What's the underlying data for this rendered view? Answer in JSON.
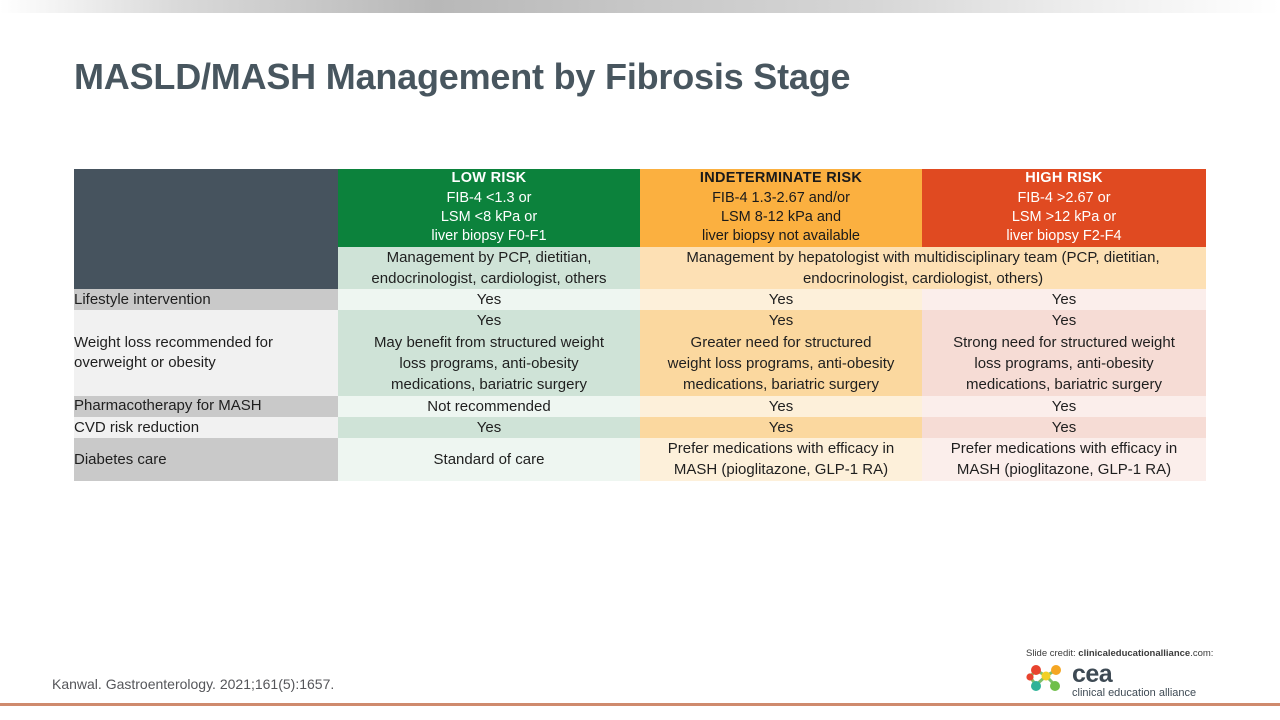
{
  "slide": {
    "title": "MASLD/MASH Management by Fibrosis Stage",
    "citation": "Kanwal. Gastroenterology. 2021;161(5):1657."
  },
  "colors": {
    "title_text": "#48565F",
    "corner_header": "#46535E",
    "low_risk": "#0C823C",
    "indeterminate_risk": "#FBB040",
    "high_risk": "#E04A21",
    "bottom_rule": "#CF8A6D"
  },
  "table": {
    "columns": [
      {
        "key": "low",
        "risk_name": "LOW RISK",
        "criteria": [
          "FIB-4 <1.3 or",
          "LSM <8 kPa or",
          "liver biopsy F0-F1"
        ]
      },
      {
        "key": "indeterminate",
        "risk_name": "INDETERMINATE RISK",
        "criteria": [
          "FIB-4 1.3-2.67 and/or",
          "LSM 8-12 kPa and",
          "liver biopsy not available"
        ]
      },
      {
        "key": "high",
        "risk_name": "HIGH RISK",
        "criteria": [
          "FIB-4 >2.67 or",
          "LSM >12 kPa or",
          "liver biopsy F2-F4"
        ]
      }
    ],
    "management_band": {
      "low": [
        "Management by PCP, dietitian,",
        "endocrinologist, cardiologist, others"
      ],
      "indeterminate_high": [
        "Management by hepatologist with multidisciplinary team",
        "(PCP, dietitian, endocrinologist, cardiologist, others)"
      ]
    },
    "rows": [
      {
        "label": "Lifestyle intervention",
        "low": {
          "lead": "Yes",
          "sub": []
        },
        "indeterminate": {
          "lead": "Yes",
          "sub": []
        },
        "high": {
          "lead": "Yes",
          "sub": []
        }
      },
      {
        "label": "Weight loss recommended for overweight or obesity",
        "low": {
          "lead": "Yes",
          "sub": [
            "May benefit from structured weight",
            "loss programs, anti-obesity",
            "medications, bariatric surgery"
          ]
        },
        "indeterminate": {
          "lead": "Yes",
          "sub": [
            "Greater need for structured",
            "weight loss programs, anti-obesity",
            "medications, bariatric surgery"
          ]
        },
        "high": {
          "lead": "Yes",
          "sub": [
            "Strong need for structured weight",
            "loss programs, anti-obesity",
            "medications, bariatric surgery"
          ]
        }
      },
      {
        "label": "Pharmacotherapy for MASH",
        "low": {
          "lead": "Not recommended",
          "sub": []
        },
        "indeterminate": {
          "lead": "Yes",
          "sub": []
        },
        "high": {
          "lead": "Yes",
          "sub": []
        }
      },
      {
        "label": "CVD risk reduction",
        "low": {
          "lead": "Yes",
          "sub": []
        },
        "indeterminate": {
          "lead": "Yes",
          "sub": []
        },
        "high": {
          "lead": "Yes",
          "sub": []
        }
      },
      {
        "label": "Diabetes care",
        "low": {
          "lead": "Standard of care",
          "sub": []
        },
        "indeterminate": {
          "lead": "Prefer medications with efficacy in",
          "sub": [
            "MASH (pioglitazone, GLP-1 RA)"
          ]
        },
        "high": {
          "lead": "Prefer medications with efficacy in",
          "sub": [
            "MASH (pioglitazone, GLP-1 RA)"
          ]
        }
      }
    ]
  },
  "credit": {
    "prefix": "Slide credit: ",
    "domain": "clinicaleducationalliance",
    "suffix": ".com:",
    "logo_name": "cea",
    "logo_tagline": "clinical education alliance"
  }
}
